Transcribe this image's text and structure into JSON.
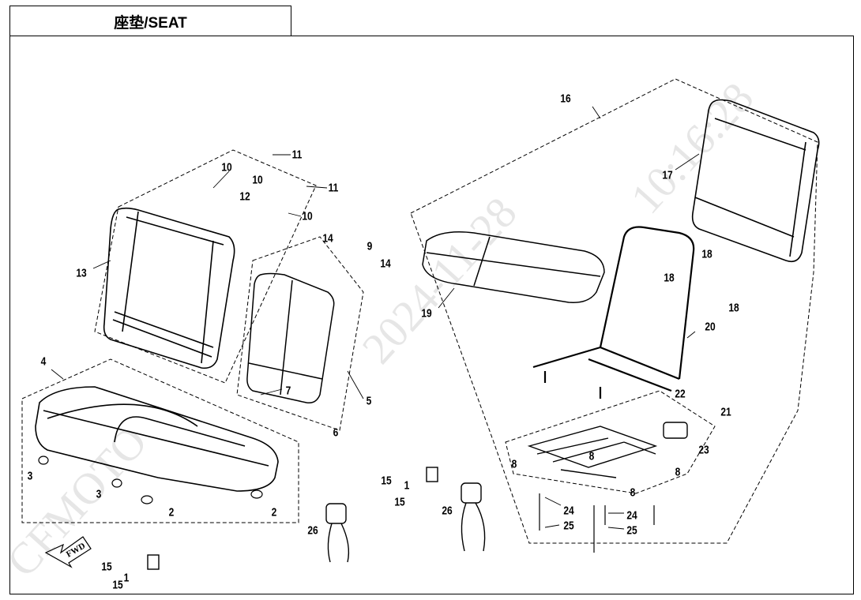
{
  "title": "座垫/SEAT",
  "watermark": "CFMOTO 2024-11-28 10:16:28",
  "fwd_label": "FWD",
  "callouts": [
    {
      "id": "c11a",
      "text": "11"
    },
    {
      "id": "c10a",
      "text": "10"
    },
    {
      "id": "c10b",
      "text": "10"
    },
    {
      "id": "c12",
      "text": "12"
    },
    {
      "id": "c11b",
      "text": "11"
    },
    {
      "id": "c10c",
      "text": "10"
    },
    {
      "id": "c14a",
      "text": "14"
    },
    {
      "id": "c9",
      "text": "9"
    },
    {
      "id": "c14b",
      "text": "14"
    },
    {
      "id": "c13",
      "text": "13"
    },
    {
      "id": "c4",
      "text": "4"
    },
    {
      "id": "c7",
      "text": "7"
    },
    {
      "id": "c5",
      "text": "5"
    },
    {
      "id": "c6",
      "text": "6"
    },
    {
      "id": "c3a",
      "text": "3"
    },
    {
      "id": "c3b",
      "text": "3"
    },
    {
      "id": "c2a",
      "text": "2"
    },
    {
      "id": "c2b",
      "text": "2"
    },
    {
      "id": "c16",
      "text": "16"
    },
    {
      "id": "c17",
      "text": "17"
    },
    {
      "id": "c18a",
      "text": "18"
    },
    {
      "id": "c18b",
      "text": "18"
    },
    {
      "id": "c18c",
      "text": "18"
    },
    {
      "id": "c19",
      "text": "19"
    },
    {
      "id": "c20",
      "text": "20"
    },
    {
      "id": "c21",
      "text": "21"
    },
    {
      "id": "c22",
      "text": "22"
    },
    {
      "id": "c23",
      "text": "23"
    },
    {
      "id": "c8a",
      "text": "8"
    },
    {
      "id": "c8b",
      "text": "8"
    },
    {
      "id": "c8c",
      "text": "8"
    },
    {
      "id": "c8d",
      "text": "8"
    },
    {
      "id": "c24a",
      "text": "24"
    },
    {
      "id": "c24b",
      "text": "24"
    },
    {
      "id": "c25a",
      "text": "25"
    },
    {
      "id": "c25b",
      "text": "25"
    },
    {
      "id": "c15a",
      "text": "15"
    },
    {
      "id": "c1a",
      "text": "1"
    },
    {
      "id": "c15b",
      "text": "15"
    },
    {
      "id": "c26a",
      "text": "26"
    },
    {
      "id": "c26b",
      "text": "26"
    },
    {
      "id": "c15c",
      "text": "15"
    },
    {
      "id": "c1b",
      "text": "1"
    },
    {
      "id": "c15d",
      "text": "15"
    }
  ]
}
